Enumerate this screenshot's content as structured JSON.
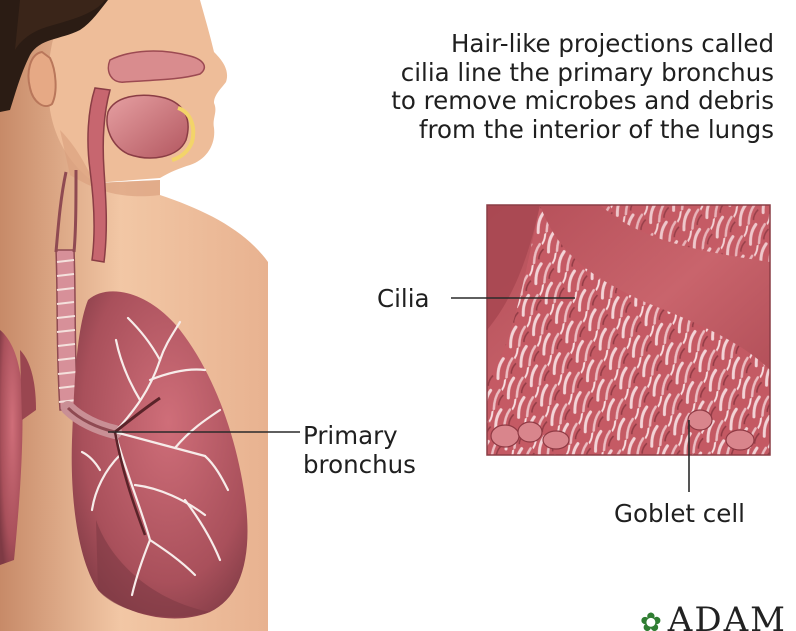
{
  "caption": {
    "lines": [
      "Hair-like projections called",
      "cilia line the primary bronchus",
      "to remove microbes and debris",
      "from the interior of the lungs"
    ]
  },
  "labels": {
    "cilia": "Cilia",
    "primary_bronchus": [
      "Primary",
      "bronchus"
    ],
    "goblet_cell": "Goblet cell"
  },
  "logo": {
    "text": "ADAM"
  },
  "colors": {
    "skin": "#f0c3a1",
    "skin_shadow": "#c98866",
    "lung": "#b5555f",
    "lung_dark": "#7e3a44",
    "tissue": "#c65962",
    "cilia_light": "#f2d3d6",
    "line": "#2a2a2a"
  }
}
